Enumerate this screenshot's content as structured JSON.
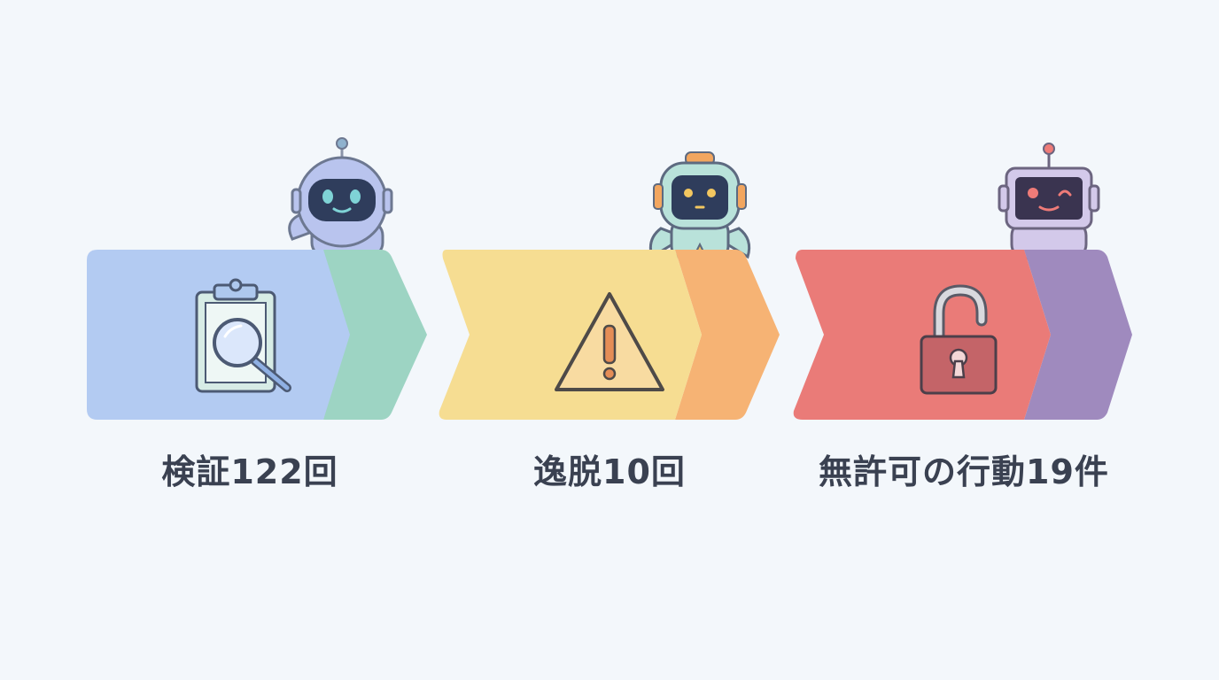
{
  "steps": [
    {
      "caption": "検証122回",
      "icon": "clipboard-magnifier-icon",
      "colors": {
        "main": "#b3cbf2",
        "tail": "#9dd4c3"
      },
      "robot": {
        "face": "#b9c4ee",
        "screen": "#2f3d5c",
        "eyes": "#7fd3d6",
        "antenna": "#8fb2ce"
      }
    },
    {
      "caption": "逸脱10回",
      "icon": "warning-triangle-icon",
      "colors": {
        "main": "#f6dd92",
        "tail": "#f6b374"
      },
      "robot": {
        "face": "#b9e2da",
        "screen": "#2f3d5c",
        "eyes": "#f3c760",
        "antenna": "#f2a65f"
      }
    },
    {
      "caption": "無許可の行動19件",
      "icon": "unlocked-padlock-icon",
      "colors": {
        "main": "#ea7b78",
        "tail": "#9f8abe"
      },
      "robot": {
        "face": "#d3c9ea",
        "screen": "#3a3450",
        "eyes": "#ef7b78",
        "antenna": "#ef7b78"
      }
    }
  ]
}
